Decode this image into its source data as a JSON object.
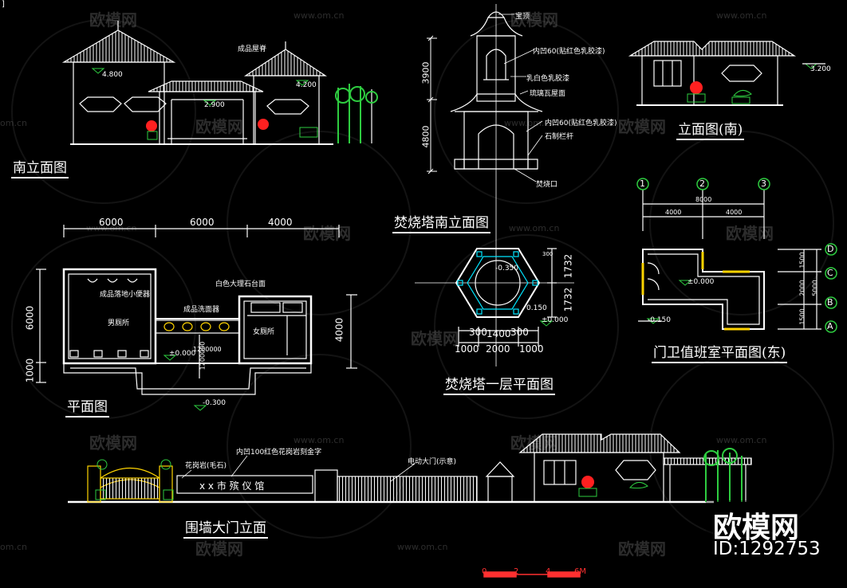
{
  "corner_mark": "]",
  "drawing_titles": {
    "south_elevation": "南立面图",
    "tower_south_elevation": "焚烧塔南立面图",
    "guardhouse_elevation": "立面图(南)",
    "plan": "平面图",
    "tower_first_floor_plan": "焚烧塔一层平面图",
    "guardhouse_plan": "门卫值班室平面图(东)",
    "gate_elevation": "围墙大门立面"
  },
  "annotations": {
    "roof_tile": "成品屋脊",
    "tower_top": "宝顶",
    "tower_inner_wall_1": "内凹60(贴红色乳胶漆)",
    "tower_paint": "乳白色乳胶漆",
    "tower_roof": "琉璃瓦屋面",
    "tower_inner_wall_2": "内凹60(贴红色乳胶漆)",
    "tower_railing": "石制栏杆",
    "tower_fire_port": "焚烧口",
    "urinal": "成品落地小便器",
    "counter": "白色大理石台面",
    "washbasin": "成品洗面器",
    "mens_room": "男厕所",
    "womens_room": "女厕所",
    "gate_pillar": "花岗岩(毛石)",
    "gate_sign_text_note": "内凹100红色花岗岩刻金字",
    "gate_sign": "x x 市 殡 仪 馆",
    "electric_gate": "电动大门(示意)"
  },
  "elevations": {
    "left_roof": "4.800",
    "center_roof": "2.900",
    "right_roof": "4.200",
    "guardhouse": "3.200",
    "plan_floor": "±0.000",
    "plan_outside": "-0.300",
    "tower_inner": "-0.350",
    "tower_step": "0.150",
    "tower_floor": "±0.000",
    "guard_floor": "±0.000",
    "guard_outside": "-0.150"
  },
  "dimensions": {
    "tower_height_upper": "3900",
    "tower_height_lower": "4800",
    "plan_top": [
      "6000",
      "6000",
      "4000"
    ],
    "plan_left": [
      "6000",
      "1000"
    ],
    "plan_right": "4000",
    "plan_inner_1": "1200000",
    "plan_inner_2": "1200000",
    "tower_right": [
      "1732",
      "1732"
    ],
    "tower_bottom_inner": [
      "300",
      "1400",
      "300"
    ],
    "tower_bottom_outer": [
      "1000",
      "2000",
      "1000"
    ],
    "tower_corner": "300",
    "guard_total": "8000",
    "guard_parts": [
      "4000",
      "4000"
    ],
    "guard_right": [
      "1500",
      "2000",
      "1500"
    ],
    "guard_right_total": "5000"
  },
  "grid_axes": {
    "columns": [
      "1",
      "2",
      "3"
    ],
    "rows": [
      "D",
      "C",
      "B",
      "A"
    ]
  },
  "scale_bar": [
    "0",
    "2",
    "4",
    "6M"
  ],
  "watermarks": {
    "brand": "欧模网",
    "url": "www.om.cn",
    "url_short": "om.cn"
  },
  "brand_badge": {
    "name": "欧模网",
    "id": "ID:1292753"
  },
  "colors": {
    "background": "#000000",
    "lines": "#ffffff",
    "cyan": "#00e5ff",
    "yellow": "#ffd400",
    "green": "#2ecc40",
    "red": "#ff2020",
    "scale_red": "#ff3030"
  }
}
